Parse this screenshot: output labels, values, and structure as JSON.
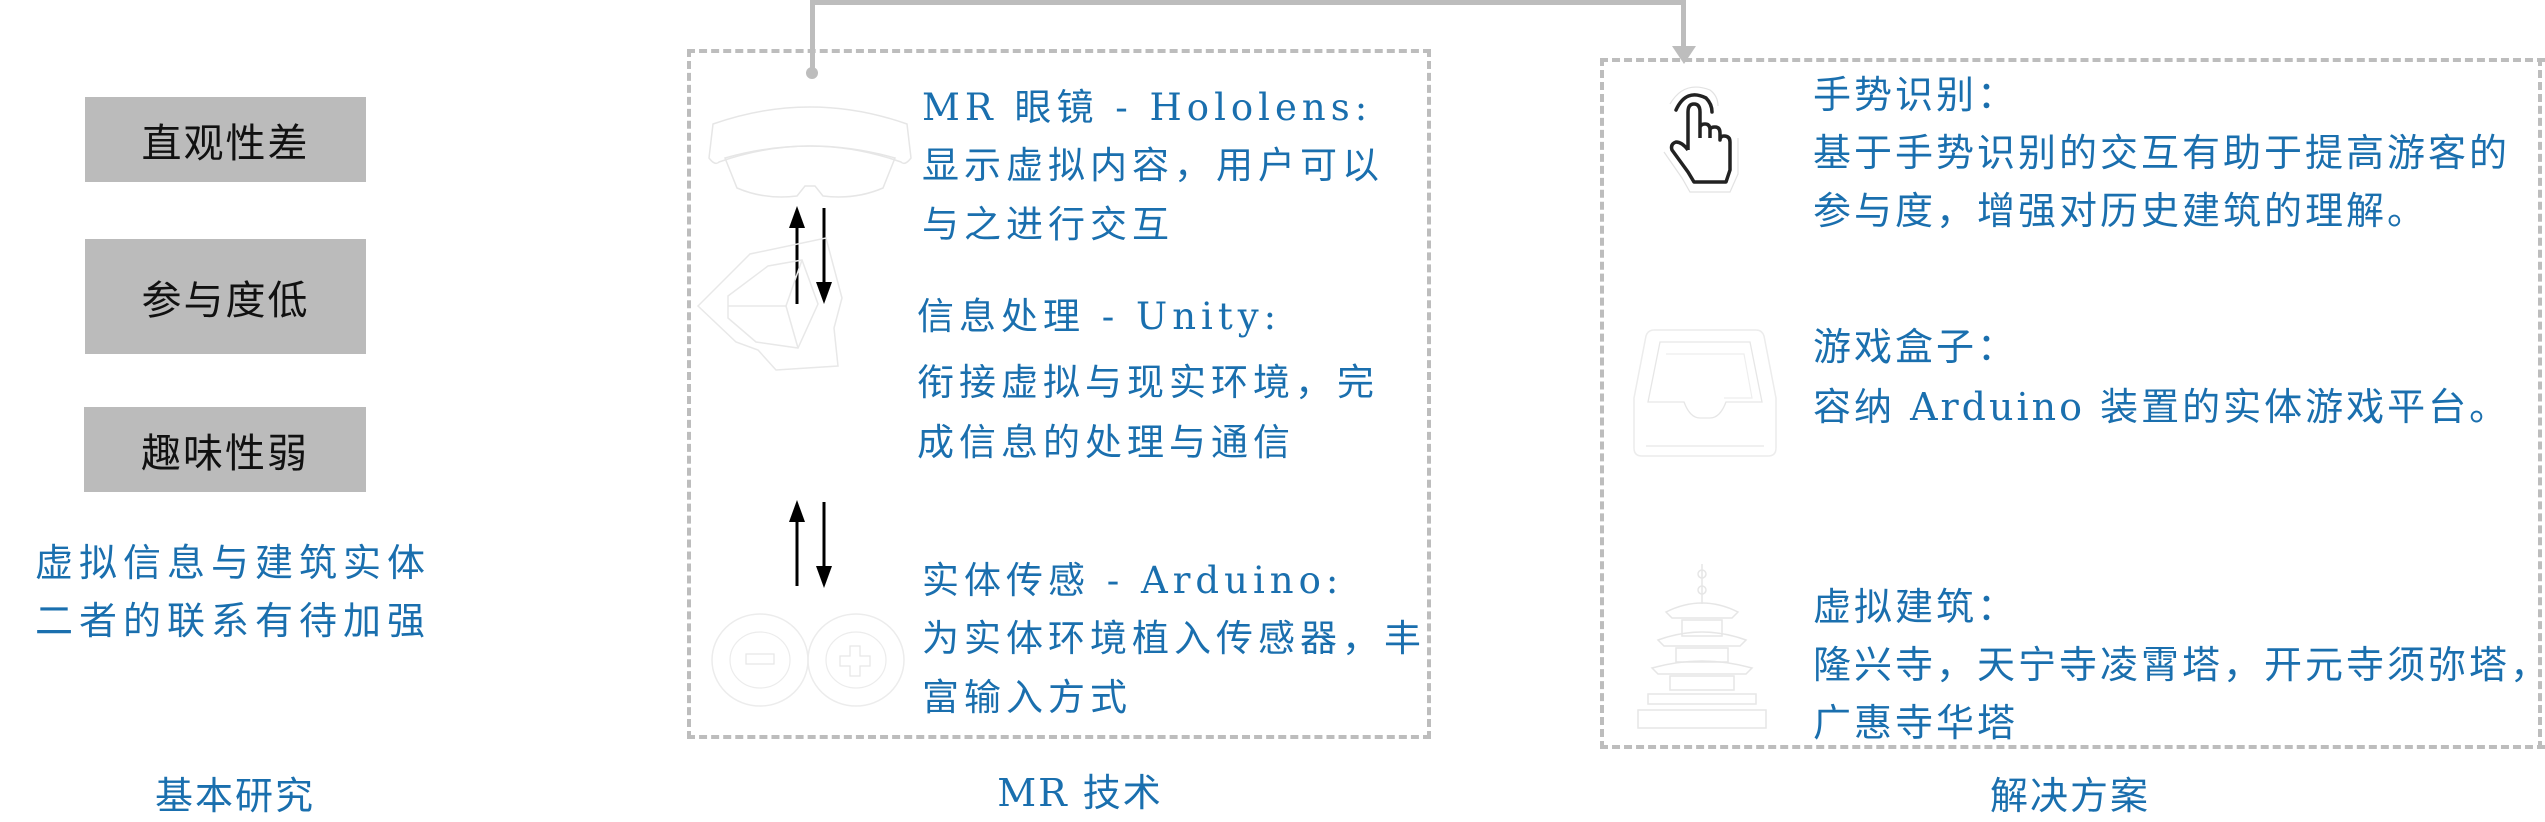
{
  "colors": {
    "accent_text": "#1a6fae",
    "problem_box": "#bbbbbb",
    "dashed_border": "#bdbdbd",
    "connector": "#bdbdbd",
    "arrow": "#000000"
  },
  "basic_research": {
    "problems": [
      {
        "label": "直观性差"
      },
      {
        "label": "参与度低"
      },
      {
        "label": "趣味性弱"
      }
    ],
    "summary_lines": [
      "虚拟信息与建筑实体",
      "二者的联系有待加强"
    ],
    "caption": "基本研究"
  },
  "mr_technology": {
    "sections": [
      {
        "icon": "hololens-icon",
        "title": "MR 眼镜 - Hololens:",
        "lines": [
          "显示虚拟内容，用户可以",
          "与之进行交互"
        ]
      },
      {
        "icon": "unity-icon",
        "title": "信息处理 - Unity:",
        "lines": [
          "衔接虚拟与现实环境，完",
          "成信息的处理与通信"
        ]
      },
      {
        "icon": "arduino-icon",
        "title": "实体传感 - Arduino:",
        "lines": [
          "为实体环境植入传感器，丰",
          "富输入方式"
        ]
      }
    ],
    "arrows": [
      "bidirectional-arrow",
      "bidirectional-arrow"
    ],
    "caption": "MR 技术"
  },
  "solution": {
    "sections": [
      {
        "icon": "hand-pointer-icon",
        "title": "手势识别：",
        "lines": [
          "基于手势识别的交互有助于提高游客的",
          "参与度，增强对历史建筑的理解。"
        ]
      },
      {
        "icon": "tray-box-icon",
        "title": "游戏盒子：",
        "lines": [
          "容纳 Arduino 装置的实体游戏平台。"
        ]
      },
      {
        "icon": "pagoda-icon",
        "title": "虚拟建筑：",
        "lines": [
          "隆兴寺，天宁寺凌霄塔，开元寺须弥塔，",
          "广惠寺华塔"
        ]
      }
    ],
    "caption": "解决方案"
  }
}
